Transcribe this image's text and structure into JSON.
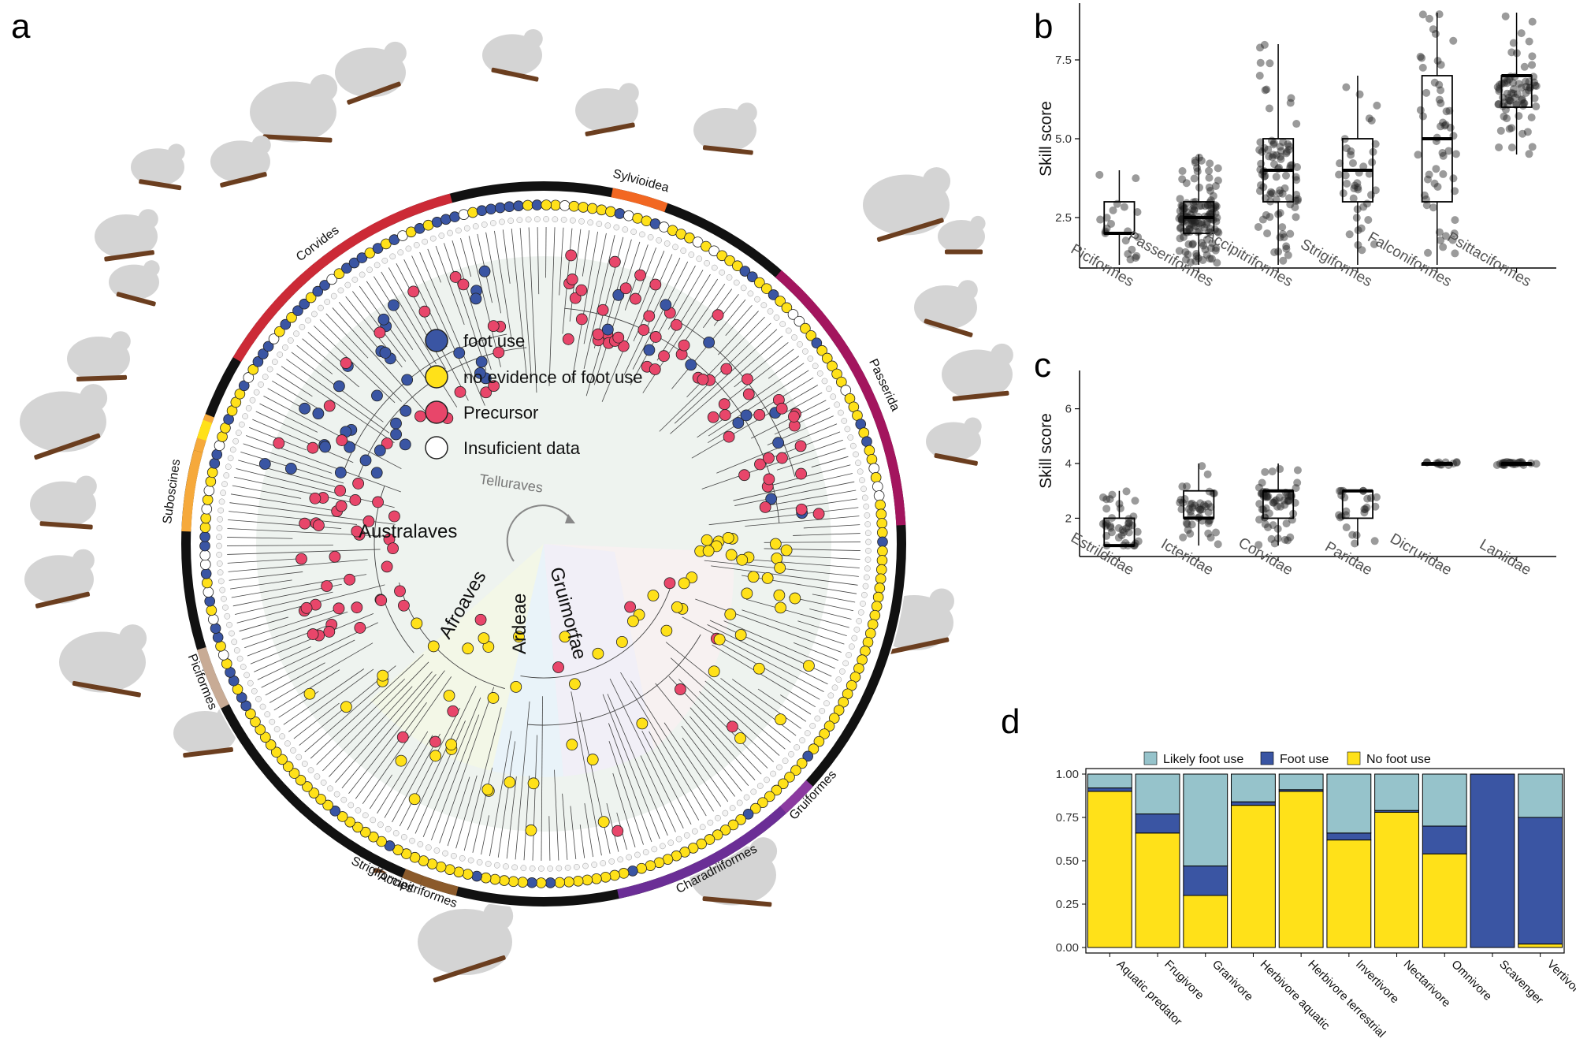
{
  "panels": {
    "a": "a",
    "b": "b",
    "c": "c",
    "d": "d"
  },
  "colors": {
    "foot_use": "#3a55a3",
    "no_evidence": "#ffe119",
    "precursor": "#e8466a",
    "insufficient": "#ffffff",
    "likely": "#96c3cb",
    "silhouette": "#d4d4d4"
  },
  "panel_a": {
    "legend": [
      {
        "key": "foot_use",
        "label": "foot use"
      },
      {
        "key": "no_evidence",
        "label": "no evidence of foot use"
      },
      {
        "key": "precursor",
        "label": "Precursor"
      },
      {
        "key": "insufficient",
        "label": "Insuficient data"
      }
    ],
    "groups": {
      "australaves": "Australaves",
      "afroaves": "Afroaves",
      "ardeae": "Ardeae",
      "gruimorfae": "Gruimorfae",
      "telluraves": "Telluraves"
    },
    "clades": [
      {
        "label": "Sylvioidea",
        "color": "#f26722"
      },
      {
        "label": "Passerida",
        "color": "#a3155e"
      },
      {
        "label": "Corvides",
        "color": "#cc2a36"
      },
      {
        "label": "Suboscines",
        "color": "#f6a93b"
      },
      {
        "label": "Piciformes",
        "color": "#c8ab95"
      },
      {
        "label": "Accipitriformes",
        "color": "#8b5a2b"
      },
      {
        "label": "Strigiformes",
        "color": "#8b5a2b"
      },
      {
        "label": "Charadriiformes",
        "color": "#6b2e96"
      },
      {
        "label": "Gruiformes",
        "color": "#8b3aa0"
      }
    ]
  },
  "chart_data": [
    {
      "id": "b",
      "type": "box",
      "ylabel": "Skill score",
      "yticks": [
        "2.5",
        "5.0",
        "7.5"
      ],
      "ytick_values": [
        2.5,
        5.0,
        7.5
      ],
      "ylim": [
        0.9,
        9.3
      ],
      "categories": [
        "Piciformes",
        "Passeriformes",
        "Accipitriformes",
        "Strigiformes",
        "Falconiformes",
        "Psittaciformes"
      ],
      "boxes": [
        {
          "min": 1,
          "q1": 2,
          "median": 2,
          "q3": 3,
          "max": 4,
          "n": 20
        },
        {
          "min": 1,
          "q1": 2,
          "median": 2.5,
          "q3": 3,
          "max": 4.5,
          "n": 140
        },
        {
          "min": 1,
          "q1": 3,
          "median": 4,
          "q3": 5,
          "max": 8,
          "n": 90
        },
        {
          "min": 1,
          "q1": 3,
          "median": 4,
          "q3": 5,
          "max": 7,
          "n": 40
        },
        {
          "min": 1,
          "q1": 3,
          "median": 5,
          "q3": 7,
          "max": 9,
          "n": 55
        },
        {
          "min": 4.5,
          "q1": 6,
          "median": 7,
          "q3": 7,
          "max": 9,
          "n": 75
        }
      ]
    },
    {
      "id": "c",
      "type": "box",
      "ylabel": "Skill score",
      "yticks": [
        "2",
        "4",
        "6"
      ],
      "ytick_values": [
        2,
        4,
        6
      ],
      "ylim": [
        0.6,
        7.4
      ],
      "categories": [
        "Estrildidae",
        "Icteridae",
        "Corvidae",
        "Paridae",
        "Dicruridae",
        "Laniidae"
      ],
      "boxes": [
        {
          "min": 1,
          "q1": 1,
          "median": 1,
          "q3": 2,
          "max": 3,
          "n": 40
        },
        {
          "min": 1,
          "q1": 2,
          "median": 2,
          "q3": 3,
          "max": 4,
          "n": 45
        },
        {
          "min": 1,
          "q1": 2,
          "median": 3,
          "q3": 3,
          "max": 4,
          "n": 60
        },
        {
          "min": 1,
          "q1": 2,
          "median": 3,
          "q3": 3,
          "max": 3,
          "n": 25
        },
        {
          "min": 4,
          "q1": 4,
          "median": 4,
          "q3": 4,
          "max": 4,
          "n": 12
        },
        {
          "min": 4,
          "q1": 4,
          "median": 4,
          "q3": 4,
          "max": 4,
          "n": 25
        }
      ]
    },
    {
      "id": "d",
      "type": "bar",
      "stacked": true,
      "yticks": [
        "0.00",
        "0.25",
        "0.50",
        "0.75",
        "1.00"
      ],
      "ytick_values": [
        0,
        0.25,
        0.5,
        0.75,
        1.0
      ],
      "ylim": [
        0,
        1
      ],
      "legend_position": "top",
      "categories": [
        "Aquatic predator",
        "Frugivore",
        "Granivore",
        "Herbivore aquatic",
        "Herbivore terrestrial",
        "Invertivore",
        "Nectarivore",
        "Omnivore",
        "Scavenger",
        "Vertivore"
      ],
      "series": [
        {
          "name": "No foot use",
          "color": "#ffe119",
          "values": [
            0.9,
            0.66,
            0.3,
            0.82,
            0.9,
            0.62,
            0.78,
            0.54,
            0.0,
            0.02
          ]
        },
        {
          "name": "Foot use",
          "color": "#3a55a3",
          "values": [
            0.02,
            0.11,
            0.17,
            0.02,
            0.01,
            0.04,
            0.01,
            0.16,
            1.0,
            0.73
          ]
        },
        {
          "name": "Likely foot use",
          "color": "#96c3cb",
          "values": [
            0.08,
            0.23,
            0.53,
            0.16,
            0.09,
            0.34,
            0.21,
            0.3,
            0.0,
            0.25
          ]
        }
      ],
      "legend_order": [
        "Likely foot use",
        "Foot use",
        "No foot use"
      ]
    }
  ]
}
